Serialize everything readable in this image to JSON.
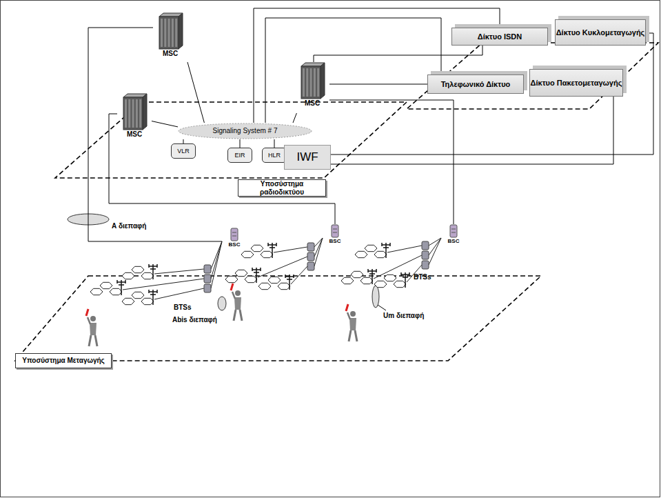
{
  "diagram": {
    "nodes": [
      {
        "text": [
          "MSC"
        ]
      },
      {
        "text": [
          "MSC"
        ]
      },
      {
        "text": [
          "MSC"
        ]
      },
      {
        "text": [
          "Signaling System # 7"
        ]
      },
      {
        "text": [
          "VLR"
        ]
      },
      {
        "text": [
          "EIR"
        ]
      },
      {
        "text": [
          "HLR"
        ]
      },
      {
        "text": [
          "IWF"
        ]
      },
      {
        "text": [
          "Δίκτυο ISDN"
        ]
      },
      {
        "text": [
          "Δίκτυο Κυκλομεταγωγής"
        ]
      },
      {
        "text": [
          "Τηλεφωνικό Δίκτυο"
        ]
      },
      {
        "text": [
          "Δίκτυο Πακετομεταγωγής"
        ]
      },
      {
        "text": [
          "BSC"
        ]
      },
      {
        "text": [
          "BSC"
        ]
      },
      {
        "text": [
          "BSC"
        ]
      },
      {
        "text": [
          "Υποσύστημα ραδιοδικτύου"
        ]
      },
      {
        "text": [
          "Υποσύστημα Μεταγωγής"
        ]
      }
    ],
    "edges": [
      {
        "from": 0,
        "to": 12,
        "arrow": "none"
      },
      {
        "from": 1,
        "to": 13,
        "arrow": "none"
      },
      {
        "from": 2,
        "to": 14,
        "arrow": "none"
      },
      {
        "from": 3,
        "to": 8,
        "arrow": "none"
      },
      {
        "from": 3,
        "to": 10,
        "arrow": "none"
      },
      {
        "from": 2,
        "to": 8,
        "arrow": "none"
      },
      {
        "from": 2,
        "to": 10,
        "arrow": "none"
      },
      {
        "from": 7,
        "to": 9,
        "arrow": "none"
      },
      {
        "from": 7,
        "to": 11,
        "arrow": "none"
      },
      {
        "from": 0,
        "to": 3,
        "arrow": "none"
      },
      {
        "from": 1,
        "to": 3,
        "arrow": "none"
      },
      {
        "from": 2,
        "to": 3,
        "arrow": "none"
      },
      {
        "from": 3,
        "to": 4,
        "arrow": "none"
      },
      {
        "from": 3,
        "to": 5,
        "arrow": "none"
      },
      {
        "from": 3,
        "to": 6,
        "arrow": "none"
      }
    ],
    "labels": [
      "Α διεπαφή",
      "Abis διεπαφή",
      "Um διεπαφή",
      "BTSs",
      "BTSs"
    ]
  }
}
